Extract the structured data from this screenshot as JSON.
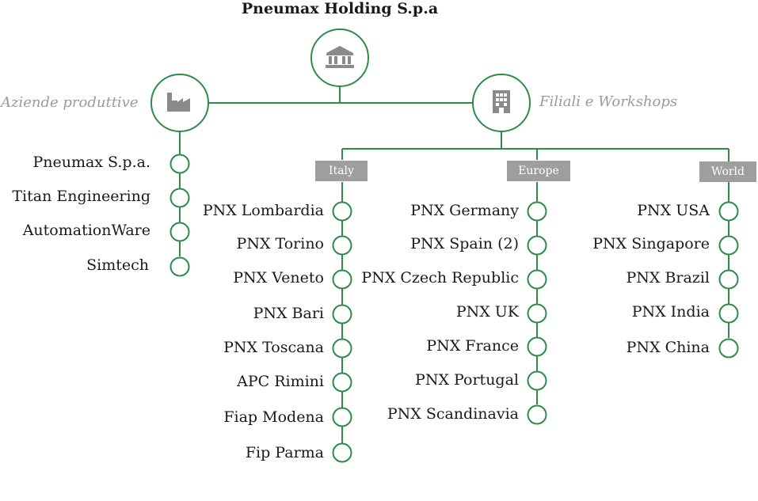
{
  "title": "Pneumax Holding S.p.a",
  "left_group": {
    "label": "Aziende produttive",
    "items": [
      "Pneumax S.p.a.",
      "Titan Engineering",
      "AutomationWare",
      "Simtech"
    ]
  },
  "right_group": {
    "label": "Filiali e Workshops",
    "regions": [
      {
        "name": "Italy",
        "items": [
          "PNX Lombardia",
          "PNX Torino",
          "PNX Veneto",
          "PNX Bari",
          "PNX Toscana",
          "APC Rimini",
          "Fiap Modena",
          "Fip Parma"
        ]
      },
      {
        "name": "Europe",
        "items": [
          "PNX Germany",
          "PNX Spain (2)",
          "PNX Czech Republic",
          "PNX UK",
          "PNX France",
          "PNX Portugal",
          "PNX Scandinavia"
        ]
      },
      {
        "name": "World",
        "items": [
          "PNX USA",
          "PNX Singapore",
          "PNX Brazil",
          "PNX India",
          "PNX China"
        ]
      }
    ]
  },
  "colors": {
    "line": "#2e8b4a",
    "tag_bg": "#9e9e9e",
    "icon": "#8a8a8a",
    "category_text": "#9a9a9a"
  },
  "icons": {
    "root": "bank-icon",
    "left": "factory-icon",
    "right": "office-building-icon"
  }
}
